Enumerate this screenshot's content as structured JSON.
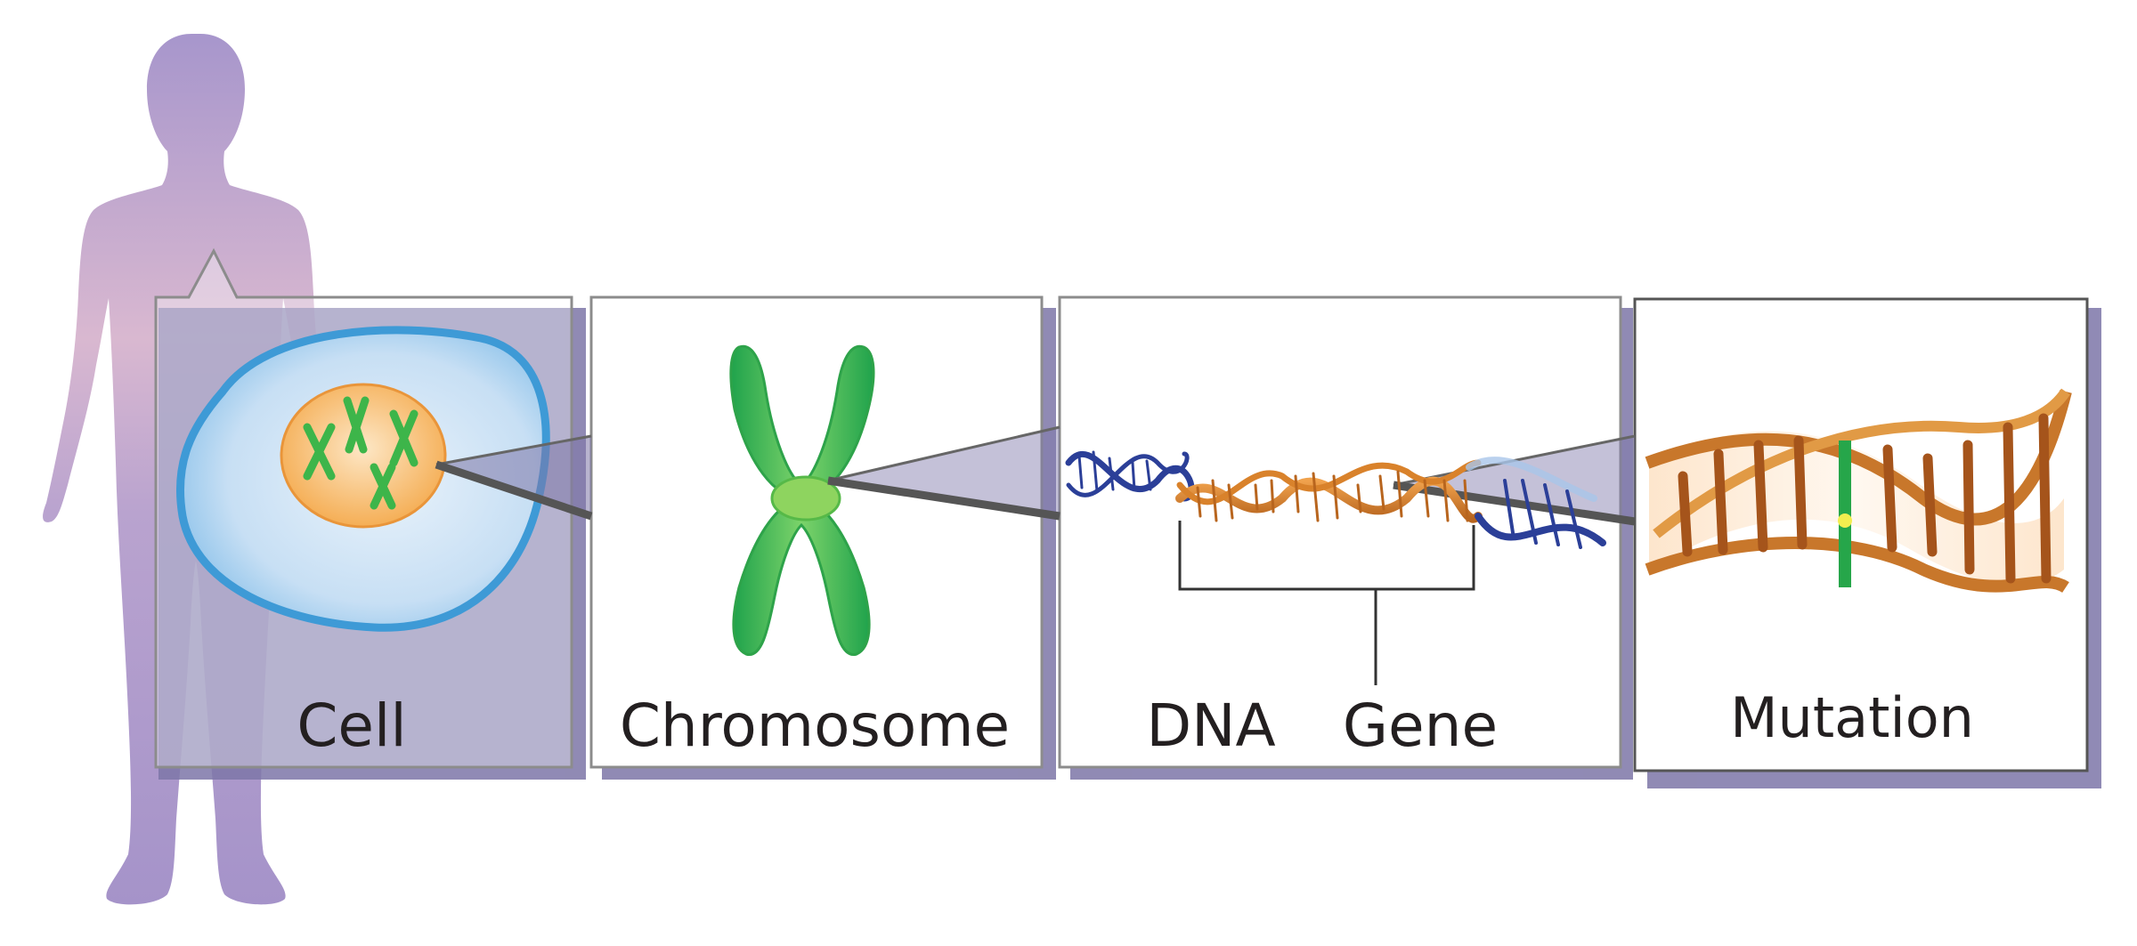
{
  "labels": {
    "cell": "Cell",
    "chromosome": "Chromosome",
    "dna": "DNA",
    "gene": "Gene",
    "mutation": "Mutation"
  },
  "colors": {
    "body": "#a795c9",
    "panel_border": "#8c8c8c",
    "panel_shadow": "#7d76a8",
    "cell_membrane": "#3e9ad6",
    "nucleus": "#f6b25f",
    "chromosome": "#3db54a",
    "dna_blue": "#2b3f98",
    "dna_orange": "#d9822b",
    "mutation_mark": "#26a64a",
    "text": "#231f20"
  }
}
